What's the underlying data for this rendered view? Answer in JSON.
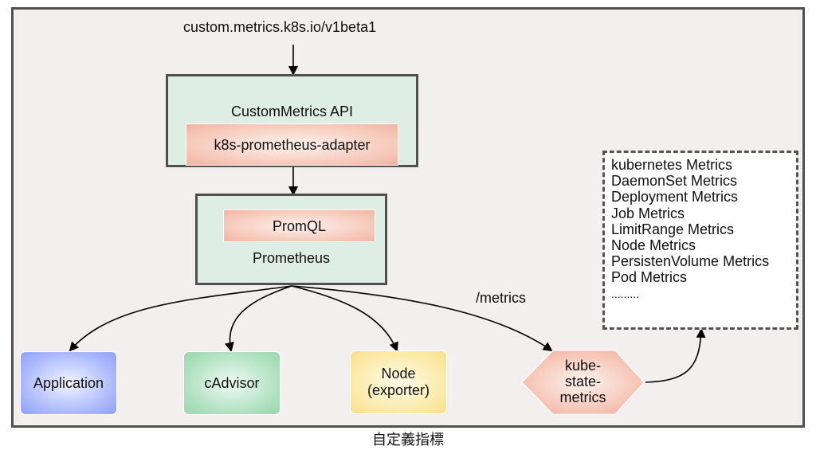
{
  "diagram": {
    "api_path_label": "custom.metrics.k8s.io/v1beta1",
    "custom_metrics_api": {
      "title": "CustomMetrics API",
      "adapter": "k8s-prometheus-adapter"
    },
    "prometheus": {
      "query_component": "PromQL",
      "title": "Prometheus"
    },
    "scrape_edge_label": "/metrics",
    "targets": [
      {
        "id": "application",
        "label": "Application",
        "color": "#a9b7fb"
      },
      {
        "id": "cadvisor",
        "label": "cAdvisor",
        "color": "#aee0bf"
      },
      {
        "id": "node-exporter",
        "label": "Node\n(exporter)",
        "label_lines": [
          "Node",
          "(exporter)"
        ],
        "color": "#fbe9a6"
      },
      {
        "id": "kube-state-metrics",
        "label_lines": [
          "kube-",
          "state-",
          "metrics"
        ],
        "color": "#f6c8b9"
      }
    ],
    "metrics_list": [
      "kubernetes Metrics",
      "DaemonSet Metrics",
      "Deployment Metrics",
      "Job Metrics",
      "LimitRange Metrics",
      "Node Metrics",
      "PersistenVolume Metrics",
      "Pod Metrics",
      "........."
    ],
    "caption": "自定義指標",
    "colors": {
      "container_fill": "#dfeee4",
      "component_fill": "#f6c8b9",
      "border": "#505050",
      "background": "#f2efee"
    }
  }
}
